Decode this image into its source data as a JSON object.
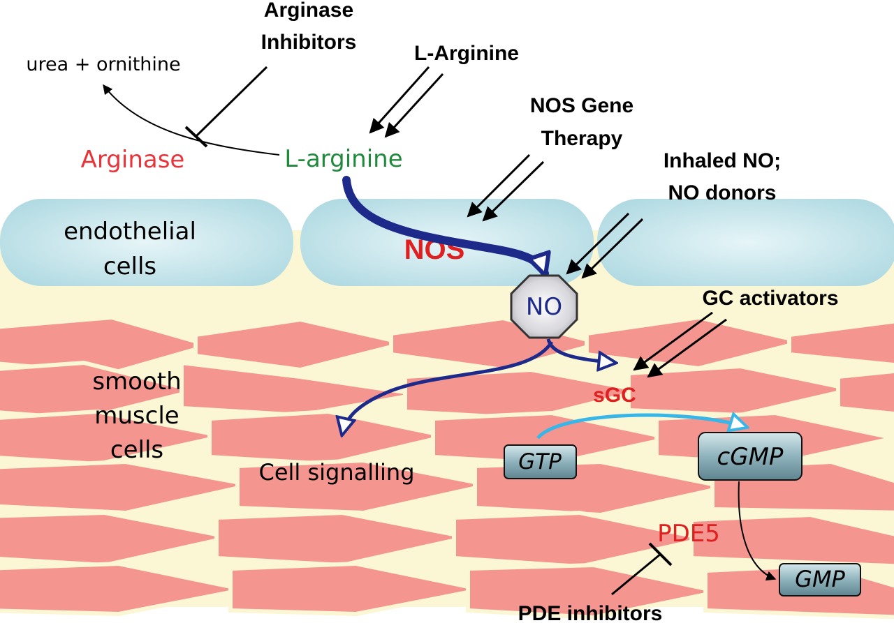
{
  "labels": {
    "urea_ornithine": "urea + ornithine",
    "arginase_inhibitors_line1": "Arginase",
    "arginase_inhibitors_line2": "Inhibitors",
    "l_arginine_supplement": "L-Arginine",
    "arginase": "Arginase",
    "l_arginine": "L-arginine",
    "nos_gene_therapy_line1": "NOS Gene",
    "nos_gene_therapy_line2": "Therapy",
    "inhaled_no_line1": "Inhaled NO;",
    "inhaled_no_line2": "NO donors",
    "endothelial_line1": "endothelial",
    "endothelial_line2": "cells",
    "nos": "NOS",
    "no": "NO",
    "gc_activators": "GC activators",
    "smooth_line1": "smooth",
    "smooth_line2": "muscle",
    "smooth_line3": "cells",
    "sgc": "sGC",
    "gtp": "GTP",
    "cgmp": "cGMP",
    "cell_signalling": "Cell signalling",
    "pde5": "PDE5",
    "gmp": "GMP",
    "pde_inhibitors": "PDE inhibitors"
  },
  "colors": {
    "red_label": "#e8333a",
    "green_label": "#1f8a3c",
    "nos_red": "#e02020",
    "pathway_blue": "#1e2a8a",
    "light_blue_arrow": "#39b6e8",
    "endothelial_fill": "#bfe3ea",
    "smooth_muscle_fill": "#f4958f",
    "background_band": "#fbf6d3",
    "box_fill": "#8fb3bd"
  }
}
